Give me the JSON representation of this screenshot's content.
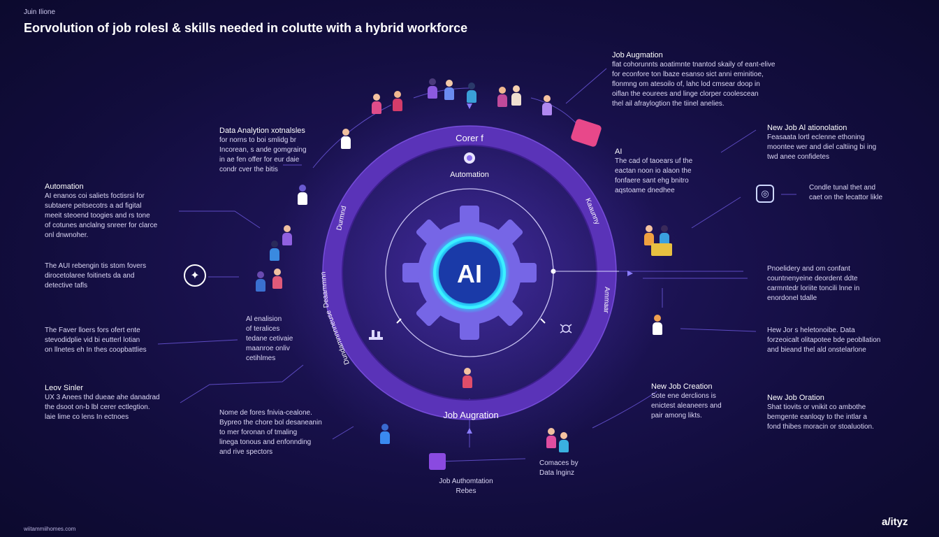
{
  "header": {
    "small": "Juin Ilione",
    "title": "Eorvolution of job rolesl & skills needed in colutte with a hybrid workforce"
  },
  "footer": {
    "left": "wiitammiihomes.com",
    "brand": "a/ityz"
  },
  "center": {
    "gear_label": "AI",
    "top_label": "Corer f",
    "inner_label": "Automation",
    "bottom_label": "Job Augration",
    "left_arc_top": "Durmnd ",
    "left_arc_mid": "Deaammnn",
    "left_arc_low": "Dundamnnnneuse",
    "right_arc_top": "Kaaunny",
    "right_arc_mid": "Ammaar"
  },
  "blocks": {
    "job_aug_top": {
      "title": "Job Augmation",
      "lines": [
        "flat cohorunnts aoatimnte tnantod skaily of eant-elive",
        "for econfore ton lbaze esanso sict anni eminitioe,",
        "flonmng om atesoilo of, lahc lod cmsear doop in",
        "oiflan the eourees and linge clorper coolescean",
        "thel ail afraylogtion the tiinel anelies."
      ]
    },
    "data_analytics": {
      "title": "Data Analytion xotnalsles",
      "lines": [
        "for norns to boi smlidg br",
        "Incorean, s ande gomgraing",
        "in ae fen offer for eur daie",
        "condr cver the bitis"
      ]
    },
    "ai_mid": {
      "title": "AI",
      "lines": [
        "The cad of taoears uf the",
        "eactan noon io alaon the",
        "fonfaere sant ehg bnitro",
        "aqstoame dnedhee"
      ]
    },
    "new_job_ai": {
      "title": "New Job Al ationolation",
      "lines": [
        "Feasaata lortl eclenne ethoning",
        "moontee wer and diel caltiing bi ing",
        "twd anee confidetes"
      ]
    },
    "right_icon_text": {
      "lines": [
        "Condle tunal thet and",
        "caet on the lecattor likle"
      ]
    },
    "right_mid": {
      "lines": [
        "Pnoelidery and om confant",
        "countnenyeine deordent ddte",
        "carmntedr loriite toncili lnne in",
        "enordonel tdalle"
      ]
    },
    "right_low": {
      "lines": [
        "Hew Jor s heletonoibe. Data",
        "forzeoicalt olitapotee bde peobllation",
        "and bieand thel ald onstelarlone"
      ]
    },
    "new_job_creation_mid": {
      "title": "New Job Creation",
      "lines": [
        "Sote ene derclions is",
        "enictest aleaneers and",
        "pair among likts."
      ]
    },
    "new_job_creation_right": {
      "title": "New Job Oration",
      "lines": [
        "Shat tiovits or vnikit co ambothe",
        "bemgente eanloqy to the intlar a",
        "fond thibes moracin or stoaluotion."
      ]
    },
    "automation_left": {
      "title": "Automation",
      "lines": [
        "AI enanos coi saliets foctisrsi for",
        "subtaere peitsecotrs a ad figital",
        "meeit steoend toogies and rs tone",
        "of cotunes anclalng snreer for clarce",
        "onl dnwnoher."
      ]
    },
    "ai_left_mid": {
      "lines": [
        "The AUI rebengin tis stom fovers",
        "dirocetolaree foitinets da and",
        "detective tafls"
      ]
    },
    "ai_analism": {
      "lines": [
        "Al enalision",
        "of teralices",
        "tedane cetivaie",
        "maanroe onliv",
        "cetihlmes"
      ]
    },
    "left_low": {
      "lines": [
        "The Faver lloers fors ofert ente",
        "stevodidplie vid bi eutterl lotian",
        "on llnetes eh In thes coopbattlies"
      ]
    },
    "leov_sinler": {
      "title": "Leov Sinler",
      "lines": [
        "UX 3 Anees thd dueae ahe danadrad",
        "the dsoot on-b lbl cerer ectlegtion.",
        "laie lime co lens In ectnoes"
      ]
    },
    "bottom_mid": {
      "lines": [
        "Nome de fores fnivia-cealone.",
        "Bypreo the chore bol desaneanin",
        "to mer foronan of tmaling",
        "linega tonous and enfonnding",
        "and rive spectors"
      ]
    },
    "job_auto_bottom": {
      "lines": [
        "Job Authomtation",
        "Rebes"
      ]
    },
    "comaces": {
      "lines": [
        "Comaces by",
        "Data lnginz"
      ]
    }
  },
  "icons": {
    "compass": "compass-icon",
    "gear": "gear-icon",
    "target": "target-icon",
    "box": "box-icon"
  },
  "colors": {
    "ring": "#6a3fc8",
    "gear": "#7b68e6",
    "glow": "#26d6ff"
  }
}
